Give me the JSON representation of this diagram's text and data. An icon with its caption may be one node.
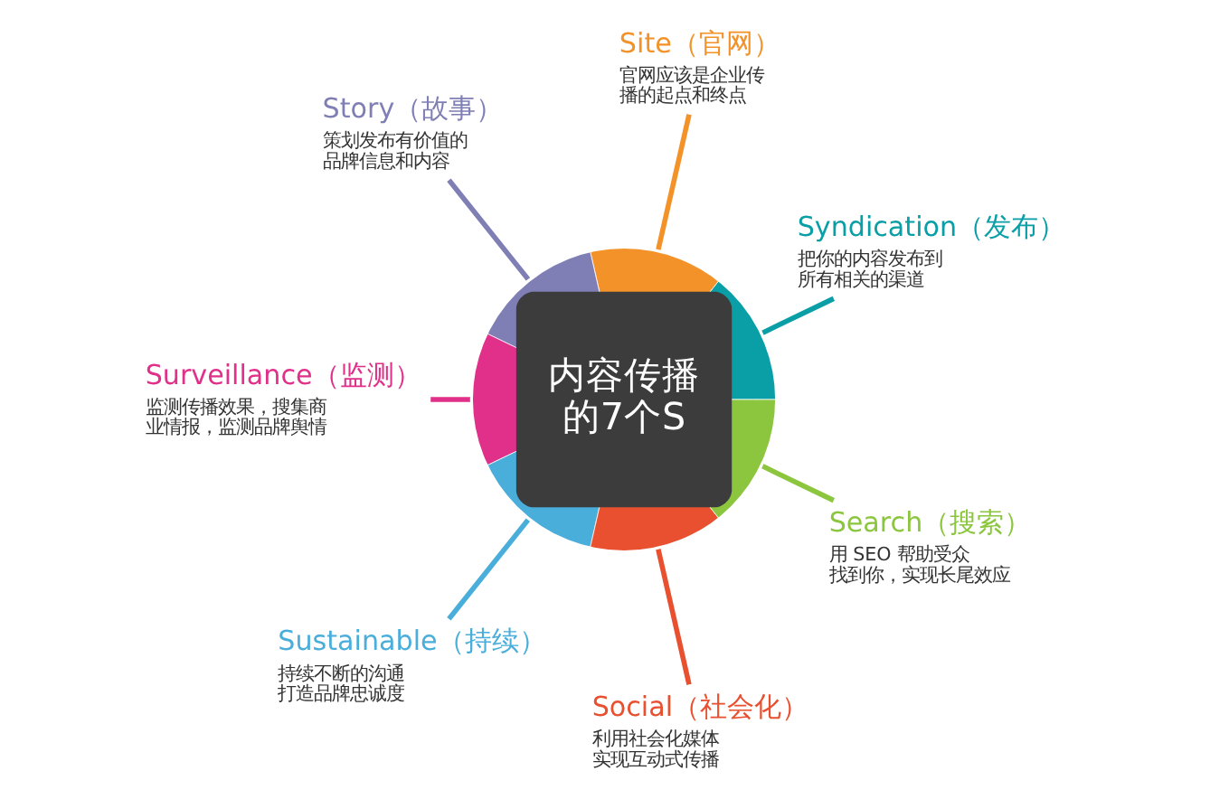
{
  "diagram": {
    "nodes": [
      {
        "text": [
          "内容传播的7个S"
        ]
      },
      {
        "text": [
          "Site（官网）",
          "官网应该是企业传播的起点和终点"
        ]
      },
      {
        "text": [
          "Story（故事）",
          "策划发布有价值的品牌信息和内容"
        ]
      },
      {
        "text": [
          "Syndication（发布）",
          "把你的内容发布到所有相关的渠道"
        ]
      },
      {
        "text": [
          "Surveillance（监测）",
          "监测传播效果，搜集商业情报，监测品牌舆情"
        ]
      },
      {
        "text": [
          "Search（搜索）",
          "用 SEO 帮助受众找到你，实现长尾效应"
        ]
      },
      {
        "text": [
          "Social（社会化）",
          "利用社会化媒体实现互动式传播"
        ]
      },
      {
        "text": [
          "Sustainable（持续）",
          "持续不断的沟通打造品牌忠诚度"
        ]
      }
    ],
    "edges": [
      {
        "from": 0,
        "to": 1,
        "arrow": "none",
        "color": "#f39229"
      },
      {
        "from": 0,
        "to": 2,
        "arrow": "none",
        "color": "#7f7fb5"
      },
      {
        "from": 0,
        "to": 3,
        "arrow": "none",
        "color": "#0a9fa6"
      },
      {
        "from": 0,
        "to": 4,
        "arrow": "none",
        "color": "#e0308a"
      },
      {
        "from": 0,
        "to": 5,
        "arrow": "none",
        "color": "#8cc63f"
      },
      {
        "from": 0,
        "to": 6,
        "arrow": "none",
        "color": "#e8502f"
      },
      {
        "from": 0,
        "to": 7,
        "arrow": "none",
        "color": "#4aaedb"
      }
    ]
  }
}
